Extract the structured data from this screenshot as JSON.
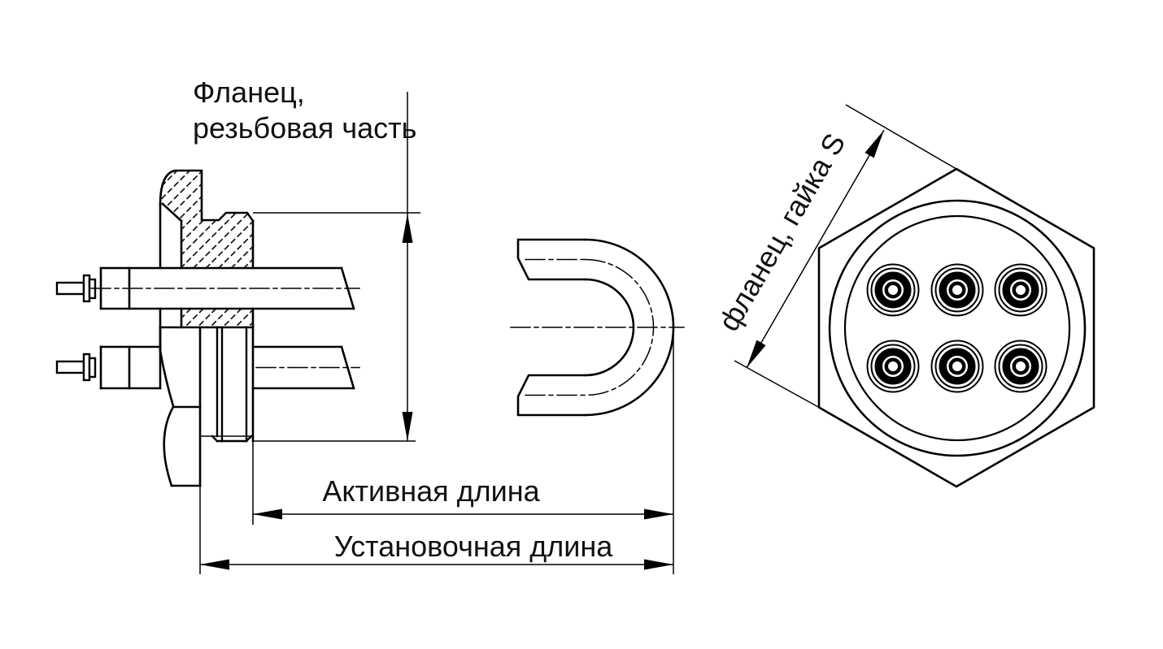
{
  "drawing": {
    "background": "#ffffff",
    "line_color": "#000000",
    "labels": {
      "flange_line1": "Фланец,",
      "flange_line2": "резьбовая часть",
      "active_length": "Активная длина",
      "installation_length": "Установочная длина",
      "flange_nut": "фланец, гайка S"
    },
    "views": {
      "side_view": "flange with threaded part and two tubular elements (half section)",
      "middle_view": "U-shaped tube bend",
      "face_view": "hex nut face with flange and terminal pins"
    },
    "face_view_pins": {
      "rows": 2,
      "per_row": 3,
      "total": 6
    }
  }
}
